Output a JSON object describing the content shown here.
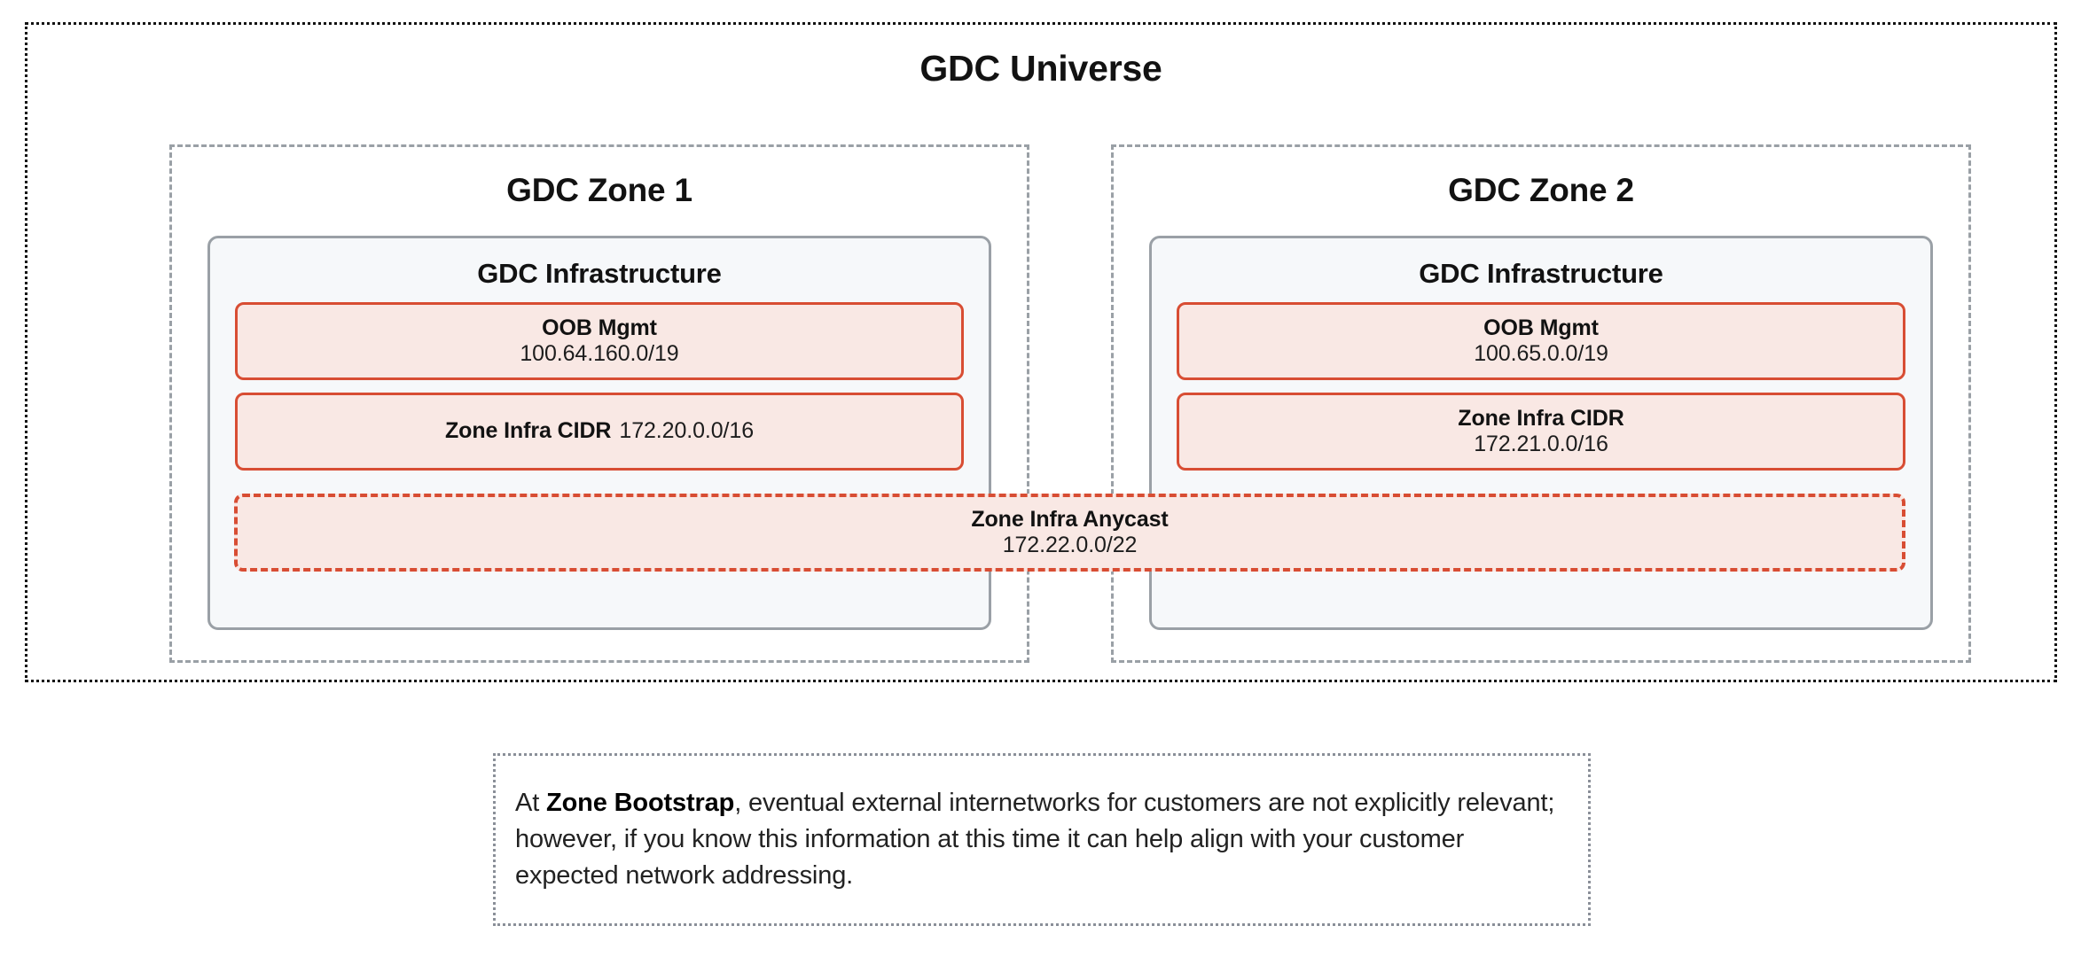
{
  "diagram": {
    "universe": {
      "title": "GDC Universe",
      "border_style": "dotted",
      "border_color": "#111111"
    },
    "zones": [
      {
        "title": "GDC Zone 1",
        "infrastructure": {
          "title": "GDC Infrastructure",
          "blocks": [
            {
              "label": "OOB Mgmt",
              "value": "100.64.160.0/19",
              "layout": "stacked",
              "border_style": "solid"
            },
            {
              "label": "Zone Infra CIDR",
              "value": "172.20.0.0/16",
              "layout": "inline",
              "border_style": "solid"
            }
          ]
        }
      },
      {
        "title": "GDC Zone 2",
        "infrastructure": {
          "title": "GDC Infrastructure",
          "blocks": [
            {
              "label": "OOB Mgmt",
              "value": "100.65.0.0/19",
              "layout": "stacked",
              "border_style": "solid"
            },
            {
              "label": "Zone Infra CIDR",
              "value": "172.21.0.0/16",
              "layout": "stacked",
              "border_style": "solid"
            }
          ]
        }
      }
    ],
    "anycast": {
      "label": "Zone Infra Anycast",
      "value": "172.22.0.0/22",
      "border_style": "dashed",
      "spans": "both zones"
    },
    "note": {
      "lead_text": "At ",
      "bold_text": "Zone Bootstrap",
      "rest_text": ", eventual external internetworks for customers are not explicitly relevant; however, if you know this information at this time it can help align with your customer expected network addressing."
    },
    "colors": {
      "cidr_border": "#d84d33",
      "cidr_fill": "#f9e8e4",
      "panel_border": "#9aa0a6",
      "panel_fill": "#f6f8fa",
      "universe_border": "#111111",
      "note_border": "#8a8f98"
    }
  }
}
